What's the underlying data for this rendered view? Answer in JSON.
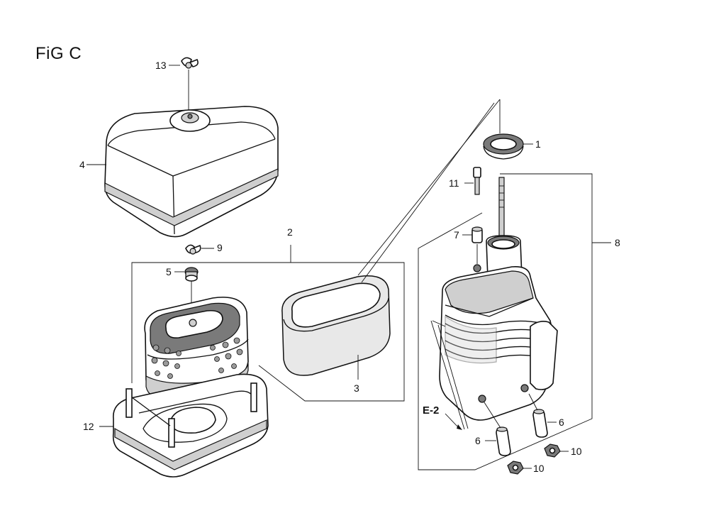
{
  "figure": {
    "title": "FiG C"
  },
  "callouts": [
    {
      "id": "c13",
      "text": "13"
    },
    {
      "id": "c4",
      "text": "4"
    },
    {
      "id": "c2",
      "text": "2"
    },
    {
      "id": "c9",
      "text": "9"
    },
    {
      "id": "c5",
      "text": "5"
    },
    {
      "id": "c3",
      "text": "3"
    },
    {
      "id": "c12",
      "text": "12"
    },
    {
      "id": "c1",
      "text": "1"
    },
    {
      "id": "c11",
      "text": "11"
    },
    {
      "id": "c7",
      "text": "7"
    },
    {
      "id": "c8",
      "text": "8"
    },
    {
      "id": "c6a",
      "text": "6"
    },
    {
      "id": "c6b",
      "text": "6"
    },
    {
      "id": "c10a",
      "text": "10"
    },
    {
      "id": "c10b",
      "text": "10"
    }
  ],
  "reference": {
    "label": "E-2"
  }
}
